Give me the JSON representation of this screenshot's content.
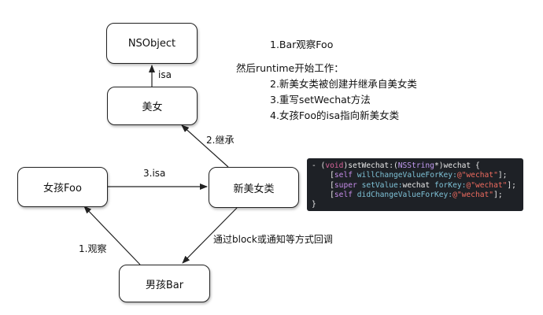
{
  "nodes": {
    "nsobject": "NSObject",
    "beauty": "美女",
    "new_beauty": "新美女类",
    "girl_foo": "女孩Foo",
    "boy_bar": "男孩Bar"
  },
  "edges": {
    "isa_top": "isa",
    "inherit": "2.继承",
    "isa_mid": "3.isa",
    "observe": "1.观察",
    "notify": "通过block或通知等方式回调"
  },
  "notes": {
    "line1": "1.Bar观察Foo",
    "line2": "然后runtime开始工作：",
    "line3": "2.新美女类被创建并继承自美女类",
    "line4": "3.重写setWechat方法",
    "line5": "4.女孩Foo的isa指向新美女类"
  },
  "code": {
    "l1_a": "- (",
    "l1_void": "void",
    "l1_b": ")setWechat:(",
    "l1_type": "NSString",
    "l1_c": "*)wechat {",
    "l2_self": "self",
    "l2_method": "willChangeValueForKey:",
    "l2_str": "@\"wechat\"",
    "l3_super": "super",
    "l3_method": "setValue:",
    "l3_mid": "wechat ",
    "l3_method2": "forKey:",
    "l3_str": "@\"wechat\"",
    "l4_self": "self",
    "l4_method": "didChangeValueForKey:",
    "l4_str": "@\"wechat\"",
    "l5": "}"
  }
}
